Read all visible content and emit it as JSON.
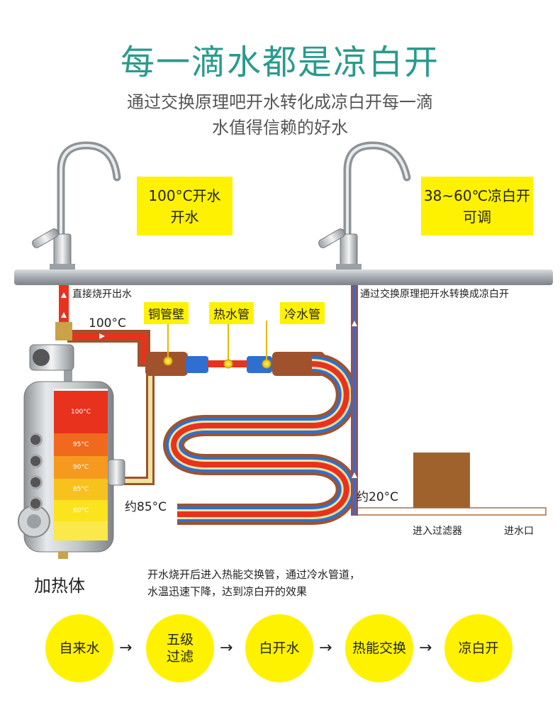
{
  "header": {
    "title": "每一滴水都是凉白开",
    "subtitle_line1": "通过交换原理吧开水转化成凉白开每一滴",
    "subtitle_line2": "水值得信赖的好水"
  },
  "left_faucet_box": {
    "line1": "100°C开水",
    "line2": "开水"
  },
  "right_faucet_box": {
    "line1": "38~60℃凉白开",
    "line2": "可调"
  },
  "pipe_labels": {
    "left_riser": "直接烧开出水",
    "right_riser": "通过交换原理把开水转换成凉白开"
  },
  "tags": {
    "copper": "铜管壁",
    "hot": "热水管",
    "cold": "冷水管"
  },
  "temps": {
    "outlet": "100°C",
    "return": "约85°C",
    "inlet": "约20°C"
  },
  "heater": {
    "label": "加热体",
    "levels": [
      "100°C",
      "95°C",
      "90°C",
      "85°C",
      "80°C"
    ],
    "colors": [
      "#e8321e",
      "#f06a1e",
      "#f59a1e",
      "#f8c21e",
      "#fbe31e"
    ]
  },
  "filter": {
    "label": "进入过滤器",
    "inlet_label": "进水口"
  },
  "description": {
    "line1": "开水烧开后进入热能交换管，通过冷水管道，",
    "line2": "水温迅速下降，达到凉白开的效果"
  },
  "process": {
    "steps": [
      "自来水",
      "五级\n过滤",
      "白开水",
      "热能交换",
      "凉白开"
    ],
    "arrow": "→"
  },
  "colors": {
    "title": "#2a9a8c",
    "highlight": "#fff200",
    "hot_pipe": "#e8321e",
    "cold_pipe": "#2f6fd0",
    "copper": "#a0522d",
    "counter_pipe": "#ece3a0"
  }
}
